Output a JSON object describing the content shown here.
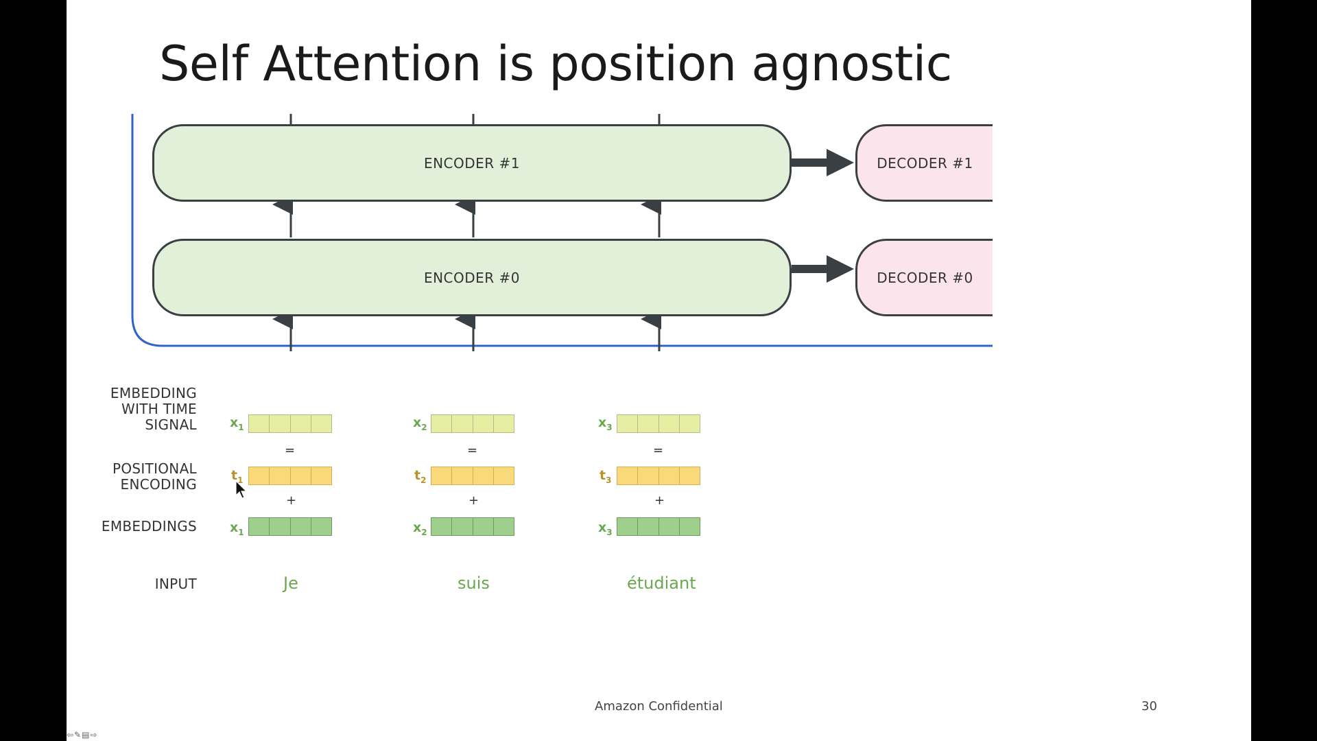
{
  "slide": {
    "title": "Self Attention is position agnostic",
    "footer": "Amazon Confidential",
    "page_number": "30"
  },
  "diagram": {
    "encoders": [
      {
        "label": "ENCODER #1"
      },
      {
        "label": "ENCODER #0"
      }
    ],
    "decoders": [
      {
        "label": "DECODER #1"
      },
      {
        "label": "DECODER #0"
      }
    ],
    "row_labels": {
      "embedding_with_time_signal": [
        "EMBEDDING",
        "WITH TIME",
        "SIGNAL"
      ],
      "positional_encoding": [
        "POSITIONAL",
        "ENCODING"
      ],
      "embeddings": "EMBEDDINGS",
      "input": "INPUT"
    },
    "columns": [
      {
        "x_sym": "x",
        "x_sub": "1",
        "t_sym": "t",
        "t_sub": "1",
        "word": "Je"
      },
      {
        "x_sym": "x",
        "x_sub": "2",
        "t_sym": "t",
        "t_sub": "2",
        "word": "suis"
      },
      {
        "x_sym": "x",
        "x_sub": "3",
        "t_sym": "t",
        "t_sub": "3",
        "word": "étudiant"
      }
    ],
    "ops": {
      "equals": "=",
      "plus": "+"
    },
    "colors": {
      "encoder_fill": "#e2efd9",
      "decoder_fill": "#fce4ec",
      "time_signal_fill": "#e6eea4",
      "positional_fill": "#fad97a",
      "embedding_fill": "#9fcf8c",
      "bracket_line": "#2f63c8"
    }
  },
  "controls": {
    "nav_glyphs": "⇦✎▤⇨"
  }
}
